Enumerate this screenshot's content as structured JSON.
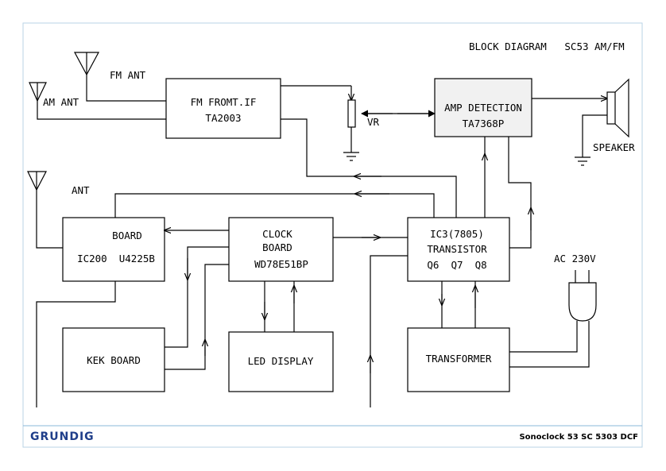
{
  "title": "BLOCK DIAGRAM   SC53 AM/FM",
  "footer": {
    "brand": "GRUNDIG",
    "model": "Sonoclock 53 SC 5303 DCF"
  },
  "antennas": {
    "fm": "FM ANT",
    "am": "AM ANT",
    "ant": "ANT"
  },
  "blocks": {
    "fm_front": [
      "FM FROMT.IF",
      "TA2003"
    ],
    "amp_detection": [
      "AMP DETECTION",
      "TA7368P"
    ],
    "board": [
      "BOARD",
      "IC200  U4225B"
    ],
    "clock_board": [
      "CLOCK",
      "BOARD",
      "WD78E51BP"
    ],
    "ic3": [
      "IC3(7805)",
      "TRANSISTOR",
      "Q6  Q7  Q8"
    ],
    "kek_board": [
      "KEK BOARD"
    ],
    "led_display": [
      "LED DISPLAY"
    ],
    "transformer": [
      "TRANSFORMER"
    ]
  },
  "labels": {
    "vr": "VR",
    "speaker": "SPEAKER",
    "ac": "AC 230V"
  },
  "colors": {
    "frame_line": "#8ab8d9",
    "brand": "#1f3e8a"
  }
}
